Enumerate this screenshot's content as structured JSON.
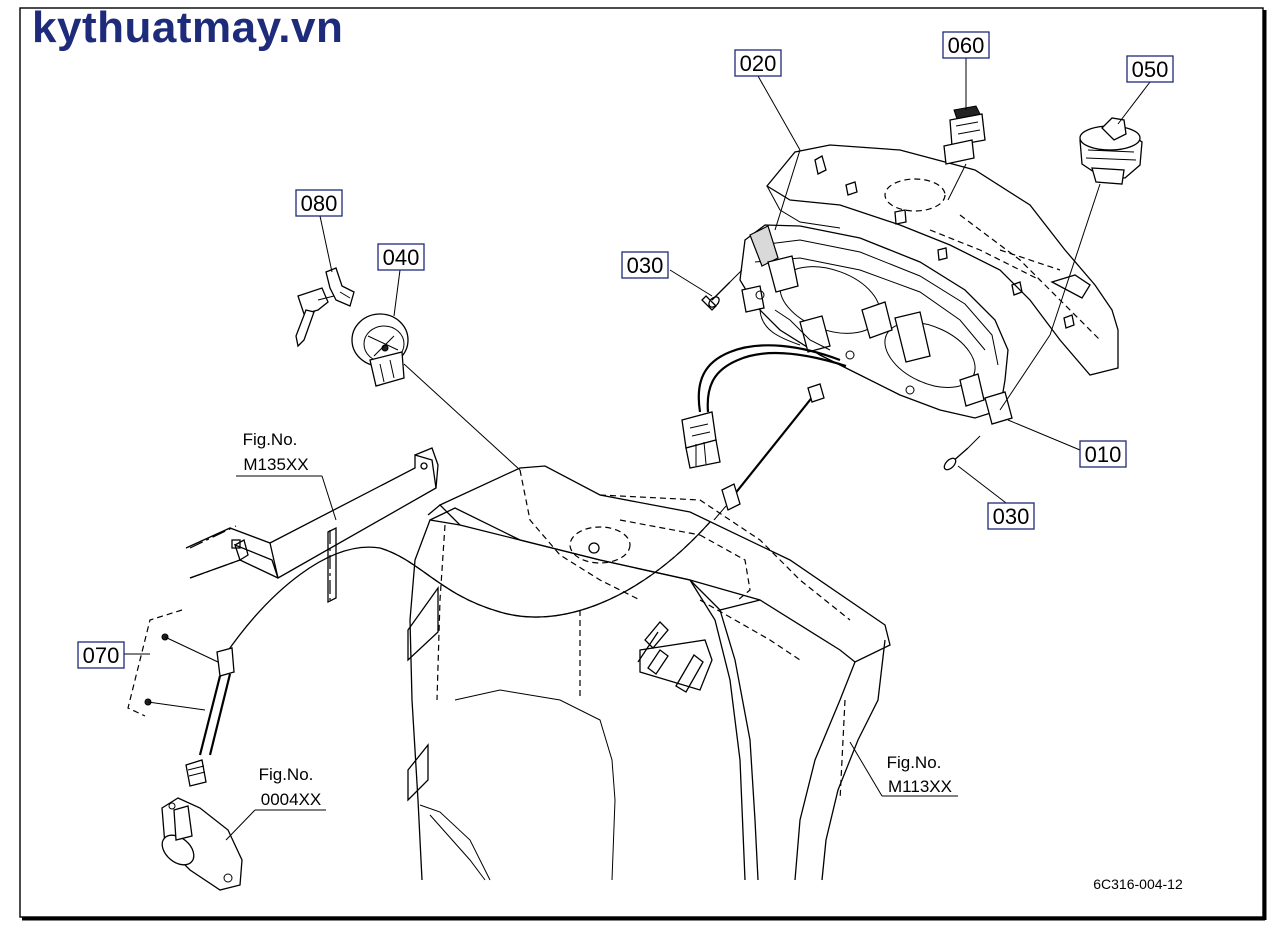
{
  "watermark": "kythuatmay.vn",
  "drawing_code": "6C316-004-12",
  "part_labels": {
    "p010": "010",
    "p020": "020",
    "p030a": "030",
    "p030b": "030",
    "p040": "040",
    "p050": "050",
    "p060": "060",
    "p070": "070",
    "p080": "080"
  },
  "figure_refs": {
    "m135": {
      "label": "Fig.No.",
      "number": "M135XX"
    },
    "m113": {
      "label": "Fig.No.",
      "number": "M113XX"
    },
    "f0004": {
      "label": "Fig.No.",
      "number": "0004XX"
    }
  },
  "colors": {
    "watermark": "#1e2a7a",
    "label_box": "#1e2a7a",
    "line": "#000000"
  }
}
